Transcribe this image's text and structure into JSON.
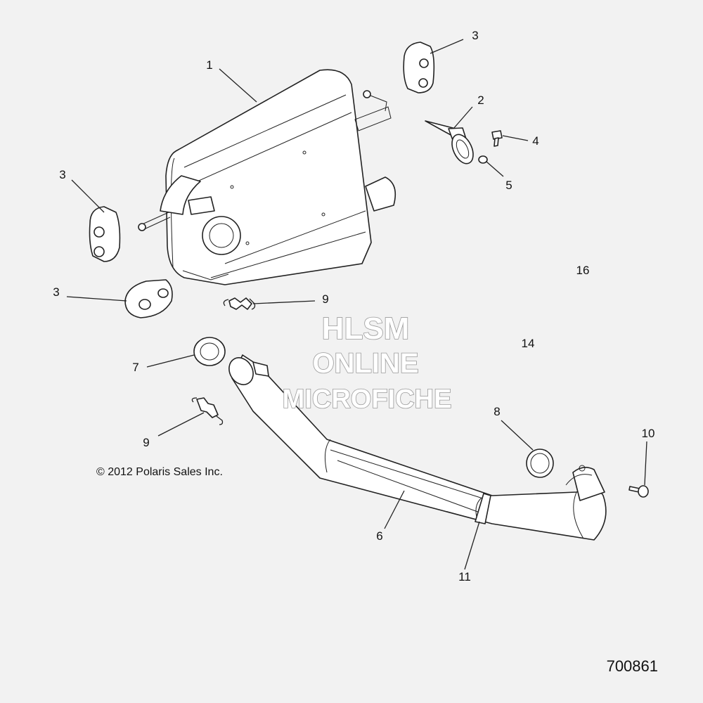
{
  "diagram": {
    "callouts": [
      "1",
      "2",
      "3",
      "3",
      "3",
      "4",
      "5",
      "16",
      "9",
      "14",
      "7",
      "8",
      "9",
      "10",
      "6",
      "11"
    ],
    "copyright": "© 2012 Polaris Sales Inc.",
    "figure_number": "700861"
  },
  "watermark": {
    "line1": "HLSM",
    "line2": "ONLINE",
    "line3": "MICROFICHE"
  }
}
